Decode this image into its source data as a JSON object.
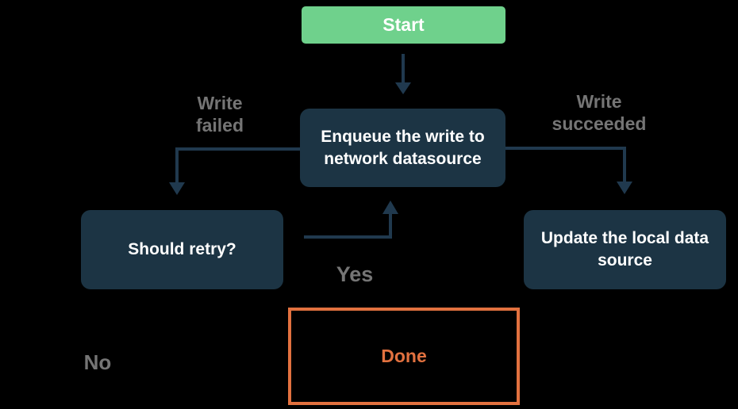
{
  "colors": {
    "background": "#000000",
    "start_fill": "#6fd18c",
    "node_fill": "#1c3444",
    "node_text": "#ffffff",
    "arrow": "#20394e",
    "edge_label_gray": "#757575",
    "done_accent": "#e2713f"
  },
  "nodes": {
    "start": {
      "label": "Start"
    },
    "enqueue": {
      "label": "Enqueue the write to network datasource",
      "lines": [
        "Enqueue the write to",
        "network datasource"
      ]
    },
    "should_retry": {
      "label": "Should retry?"
    },
    "update_local": {
      "label": "Update the local data source",
      "lines": [
        "Update the local data",
        "source"
      ]
    },
    "done": {
      "label": "Done"
    }
  },
  "edge_labels": {
    "write_failed": {
      "label": "Write failed",
      "lines": [
        "Write",
        "failed"
      ]
    },
    "write_succeeded": {
      "label": "Write succeeded",
      "lines": [
        "Write",
        "succeeded"
      ]
    },
    "yes": {
      "label": "Yes"
    },
    "no": {
      "label": "No"
    }
  }
}
